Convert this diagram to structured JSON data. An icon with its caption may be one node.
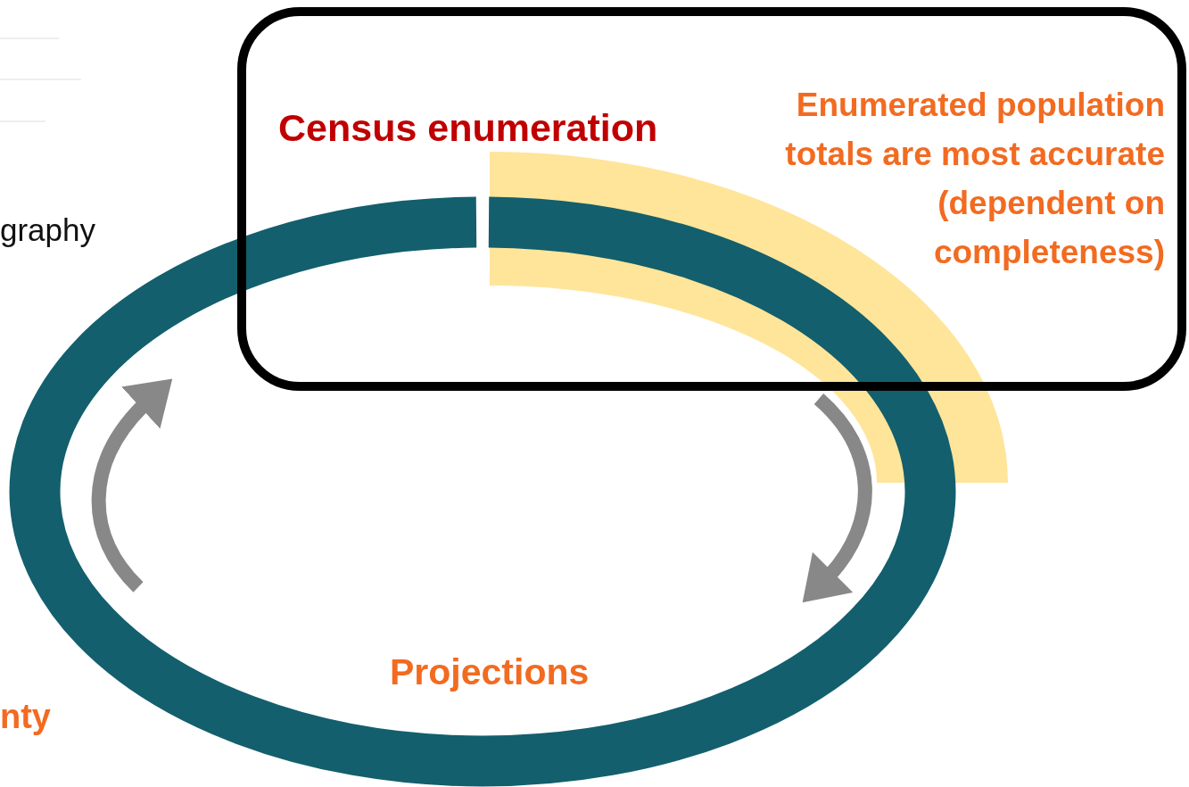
{
  "diagram": {
    "nodes": [
      {
        "text": [
          "Census enumeration",
          "Enumerated population totals are most accurate (dependent on completeness)"
        ]
      }
    ],
    "labels": [
      "graphy",
      "Projections",
      "nty"
    ]
  }
}
